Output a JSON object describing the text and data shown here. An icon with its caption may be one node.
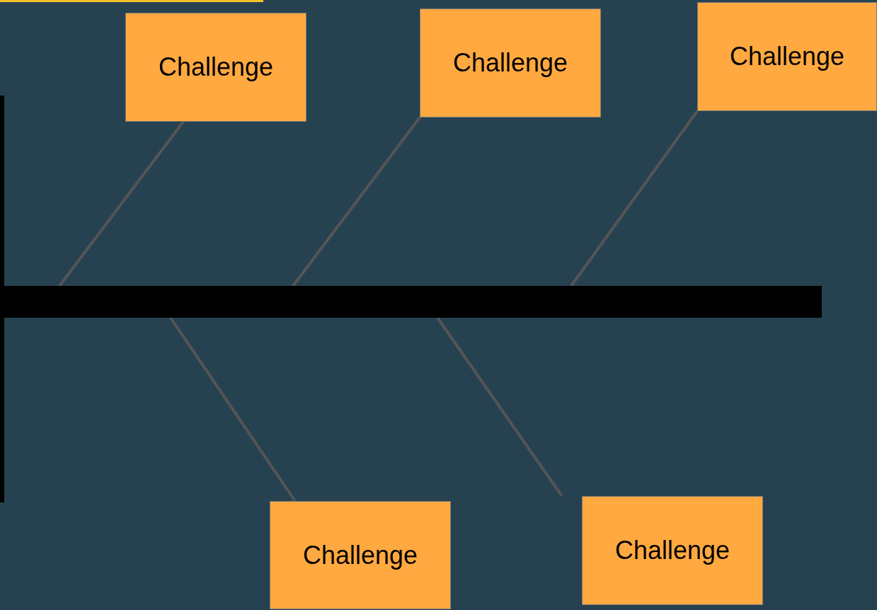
{
  "diagram": {
    "nodes": [
      {
        "text": [
          "Challenge"
        ]
      },
      {
        "text": [
          "Challenge"
        ]
      },
      {
        "text": [
          "Challenge"
        ]
      },
      {
        "text": [],
        "shape": "bar"
      },
      {
        "text": [
          "Challenge"
        ]
      },
      {
        "text": [
          "Challenge"
        ]
      }
    ],
    "edges": [
      {
        "from": 0,
        "to": 3,
        "arrow": "none"
      },
      {
        "from": 1,
        "to": 3,
        "arrow": "none"
      },
      {
        "from": 2,
        "to": 3,
        "arrow": "none"
      },
      {
        "from": 4,
        "to": 3,
        "arrow": "none"
      },
      {
        "from": 5,
        "to": 3,
        "arrow": "none"
      }
    ]
  }
}
